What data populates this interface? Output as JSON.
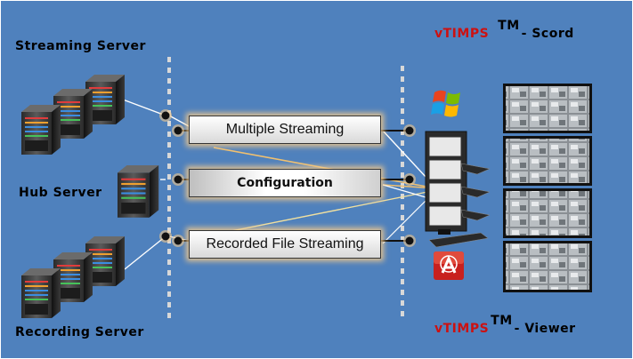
{
  "labels": {
    "streaming_server": "Streaming Server",
    "hub_server": "Hub Server",
    "recording_server": "Recording Server"
  },
  "boxes": {
    "multiple_streaming": "Multiple Streaming",
    "configuration": "Configuration",
    "recorded_file_streaming": "Recorded File Streaming"
  },
  "brand_top": {
    "name": "vTIMPS",
    "tm": "TM",
    "suffix": "- Scord"
  },
  "brand_bottom": {
    "name": "vTIMPS",
    "tm": "TM",
    "suffix": "- Viewer"
  },
  "colors": {
    "background": "#4f81bd",
    "brand_red": "#cc1111",
    "box_glow": "#f0c88c"
  },
  "icons": [
    "server-rack-icon",
    "windows-logo-icon",
    "adobe-air-icon",
    "filing-cabinet-icon",
    "video-grid-thumbnail"
  ]
}
